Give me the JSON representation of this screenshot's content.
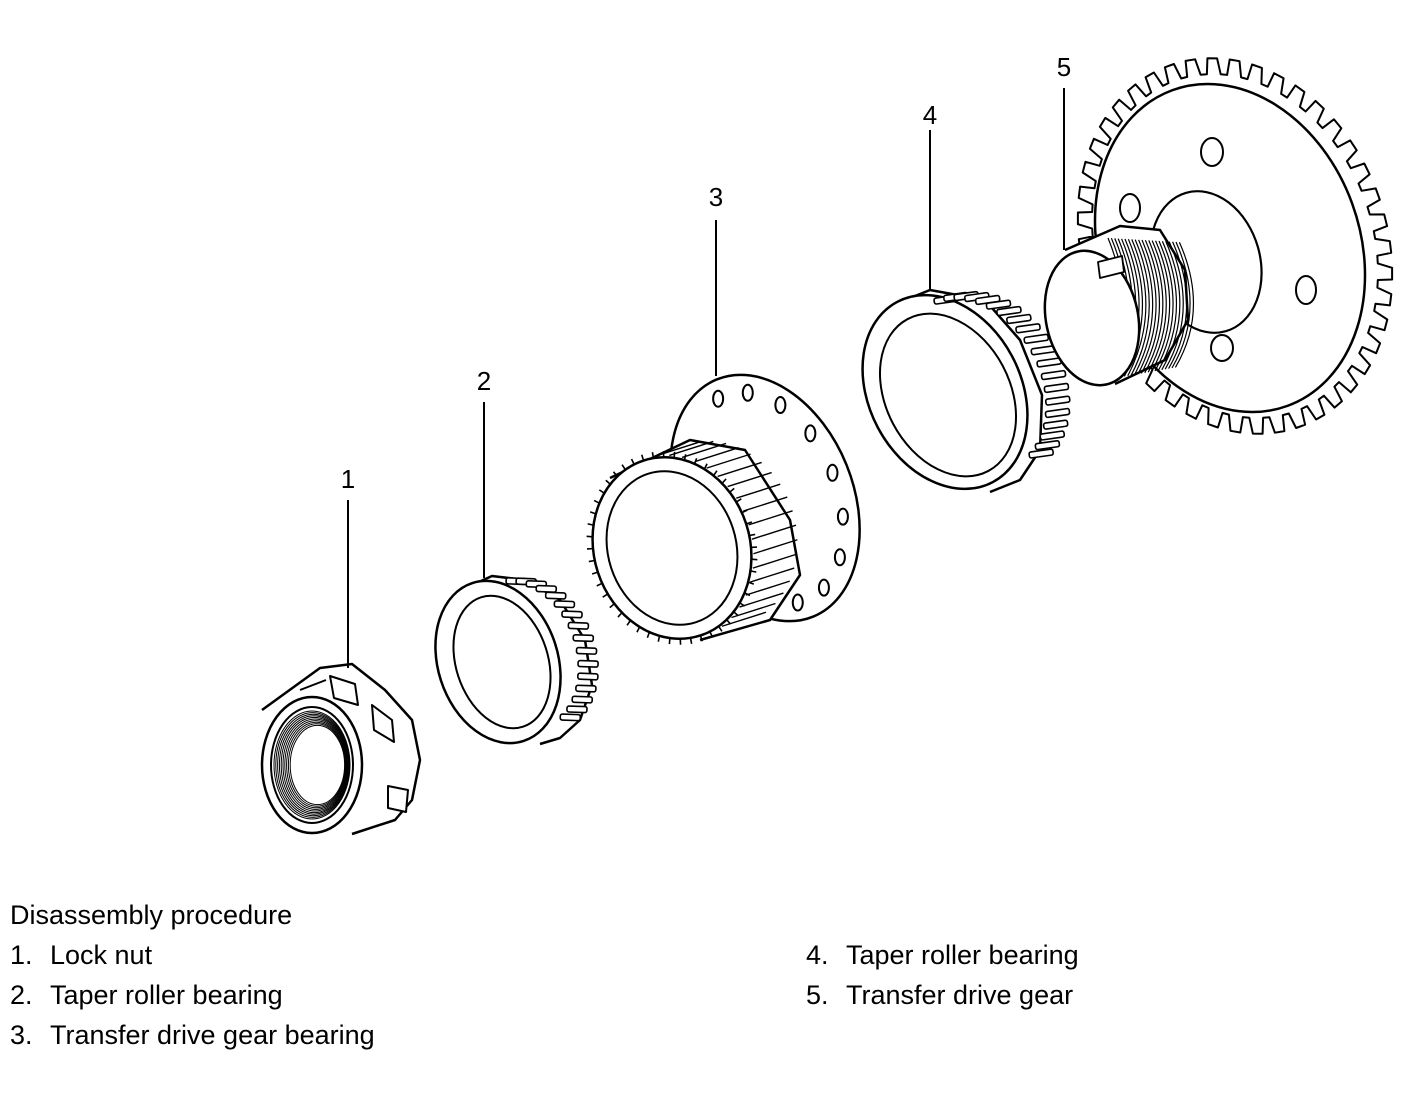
{
  "callouts": [
    "1",
    "2",
    "3",
    "4",
    "5"
  ],
  "caption": {
    "title": "Disassembly procedure",
    "items": [
      {
        "num": "1.",
        "label": "Lock nut"
      },
      {
        "num": "2.",
        "label": "Taper roller bearing"
      },
      {
        "num": "3.",
        "label": "Transfer drive gear bearing"
      },
      {
        "num": "4.",
        "label": "Taper roller bearing"
      },
      {
        "num": "5.",
        "label": "Transfer drive gear"
      }
    ]
  }
}
